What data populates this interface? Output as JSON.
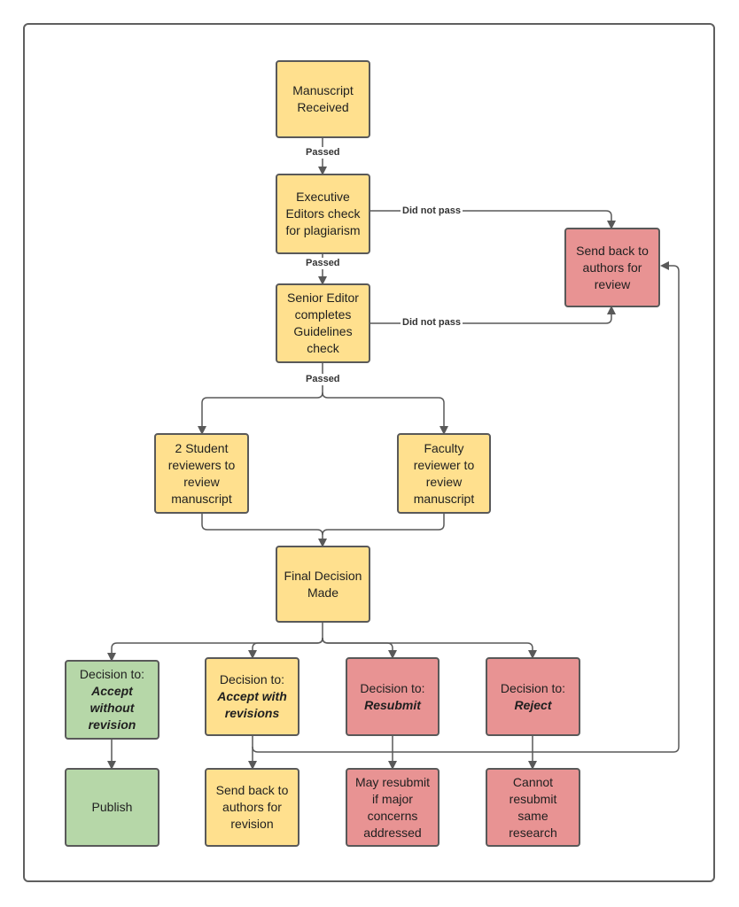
{
  "colors": {
    "process": "#ffe08e",
    "negative": "#e89393",
    "positive": "#b6d7a8",
    "stroke": "#595959"
  },
  "nodes": {
    "manuscript_received": "Manuscript Received",
    "plagiarism_check": "Executive Editors check for plagiarism",
    "guidelines_check": "Senior Editor completes Guidelines check",
    "send_back_review": "Send back to authors for review",
    "student_reviewers": "2 Student reviewers to review manuscript",
    "faculty_reviewer": "Faculty reviewer to review manuscript",
    "final_decision": "Final Decision Made",
    "decision_accept": {
      "prefix": "Decision to:",
      "emphasis": "Accept without revision"
    },
    "decision_accept_revisions": {
      "prefix": "Decision to:",
      "emphasis": "Accept with revisions"
    },
    "decision_resubmit": {
      "prefix": "Decision to:",
      "emphasis": "Resubmit"
    },
    "decision_reject": {
      "prefix": "Decision to:",
      "emphasis": "Reject"
    },
    "publish": "Publish",
    "send_back_revision": "Send back to authors for revision",
    "may_resubmit": "May resubmit if major concerns addressed",
    "cannot_resubmit": "Cannot resubmit same research"
  },
  "edge_labels": {
    "passed": "Passed",
    "did_not_pass": "Did not pass"
  }
}
